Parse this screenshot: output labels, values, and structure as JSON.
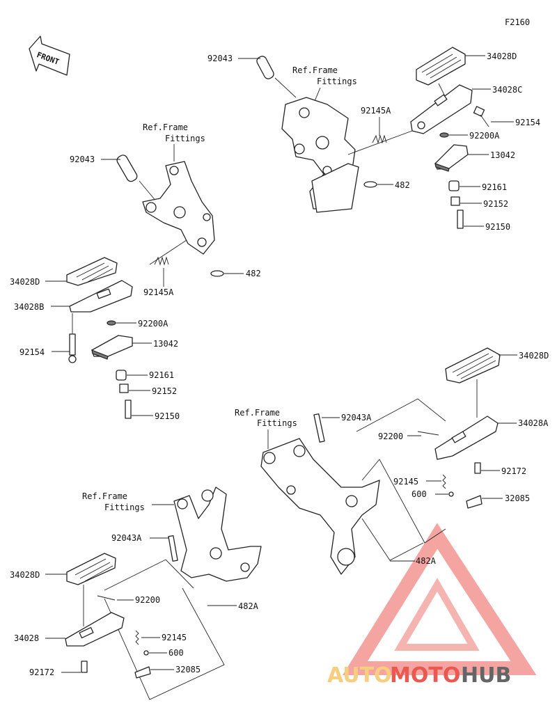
{
  "diagram_id": "F2160",
  "front_label": "FRONT",
  "ref_frame_line1": "Ref.Frame",
  "ref_frame_line2": "Fittings",
  "parts": {
    "p92043": "92043",
    "p92043A": "92043A",
    "p34028D": "34028D",
    "p34028C": "34028C",
    "p34028B": "34028B",
    "p34028A": "34028A",
    "p34028": "34028",
    "p92154": "92154",
    "p92200A": "92200A",
    "p92200": "92200",
    "p13042": "13042",
    "p92161": "92161",
    "p92152": "92152",
    "p92150": "92150",
    "p92145A": "92145A",
    "p92145": "92145",
    "p482": "482",
    "p482A": "482A",
    "p92172": "92172",
    "p600": "600",
    "p32085": "32085"
  },
  "watermark": {
    "part1": "AUTO",
    "part2": "MOTO",
    "part3": "HUB",
    "color_light": "#f7c873",
    "color_red": "#e8483f",
    "color_dark": "#555555"
  }
}
